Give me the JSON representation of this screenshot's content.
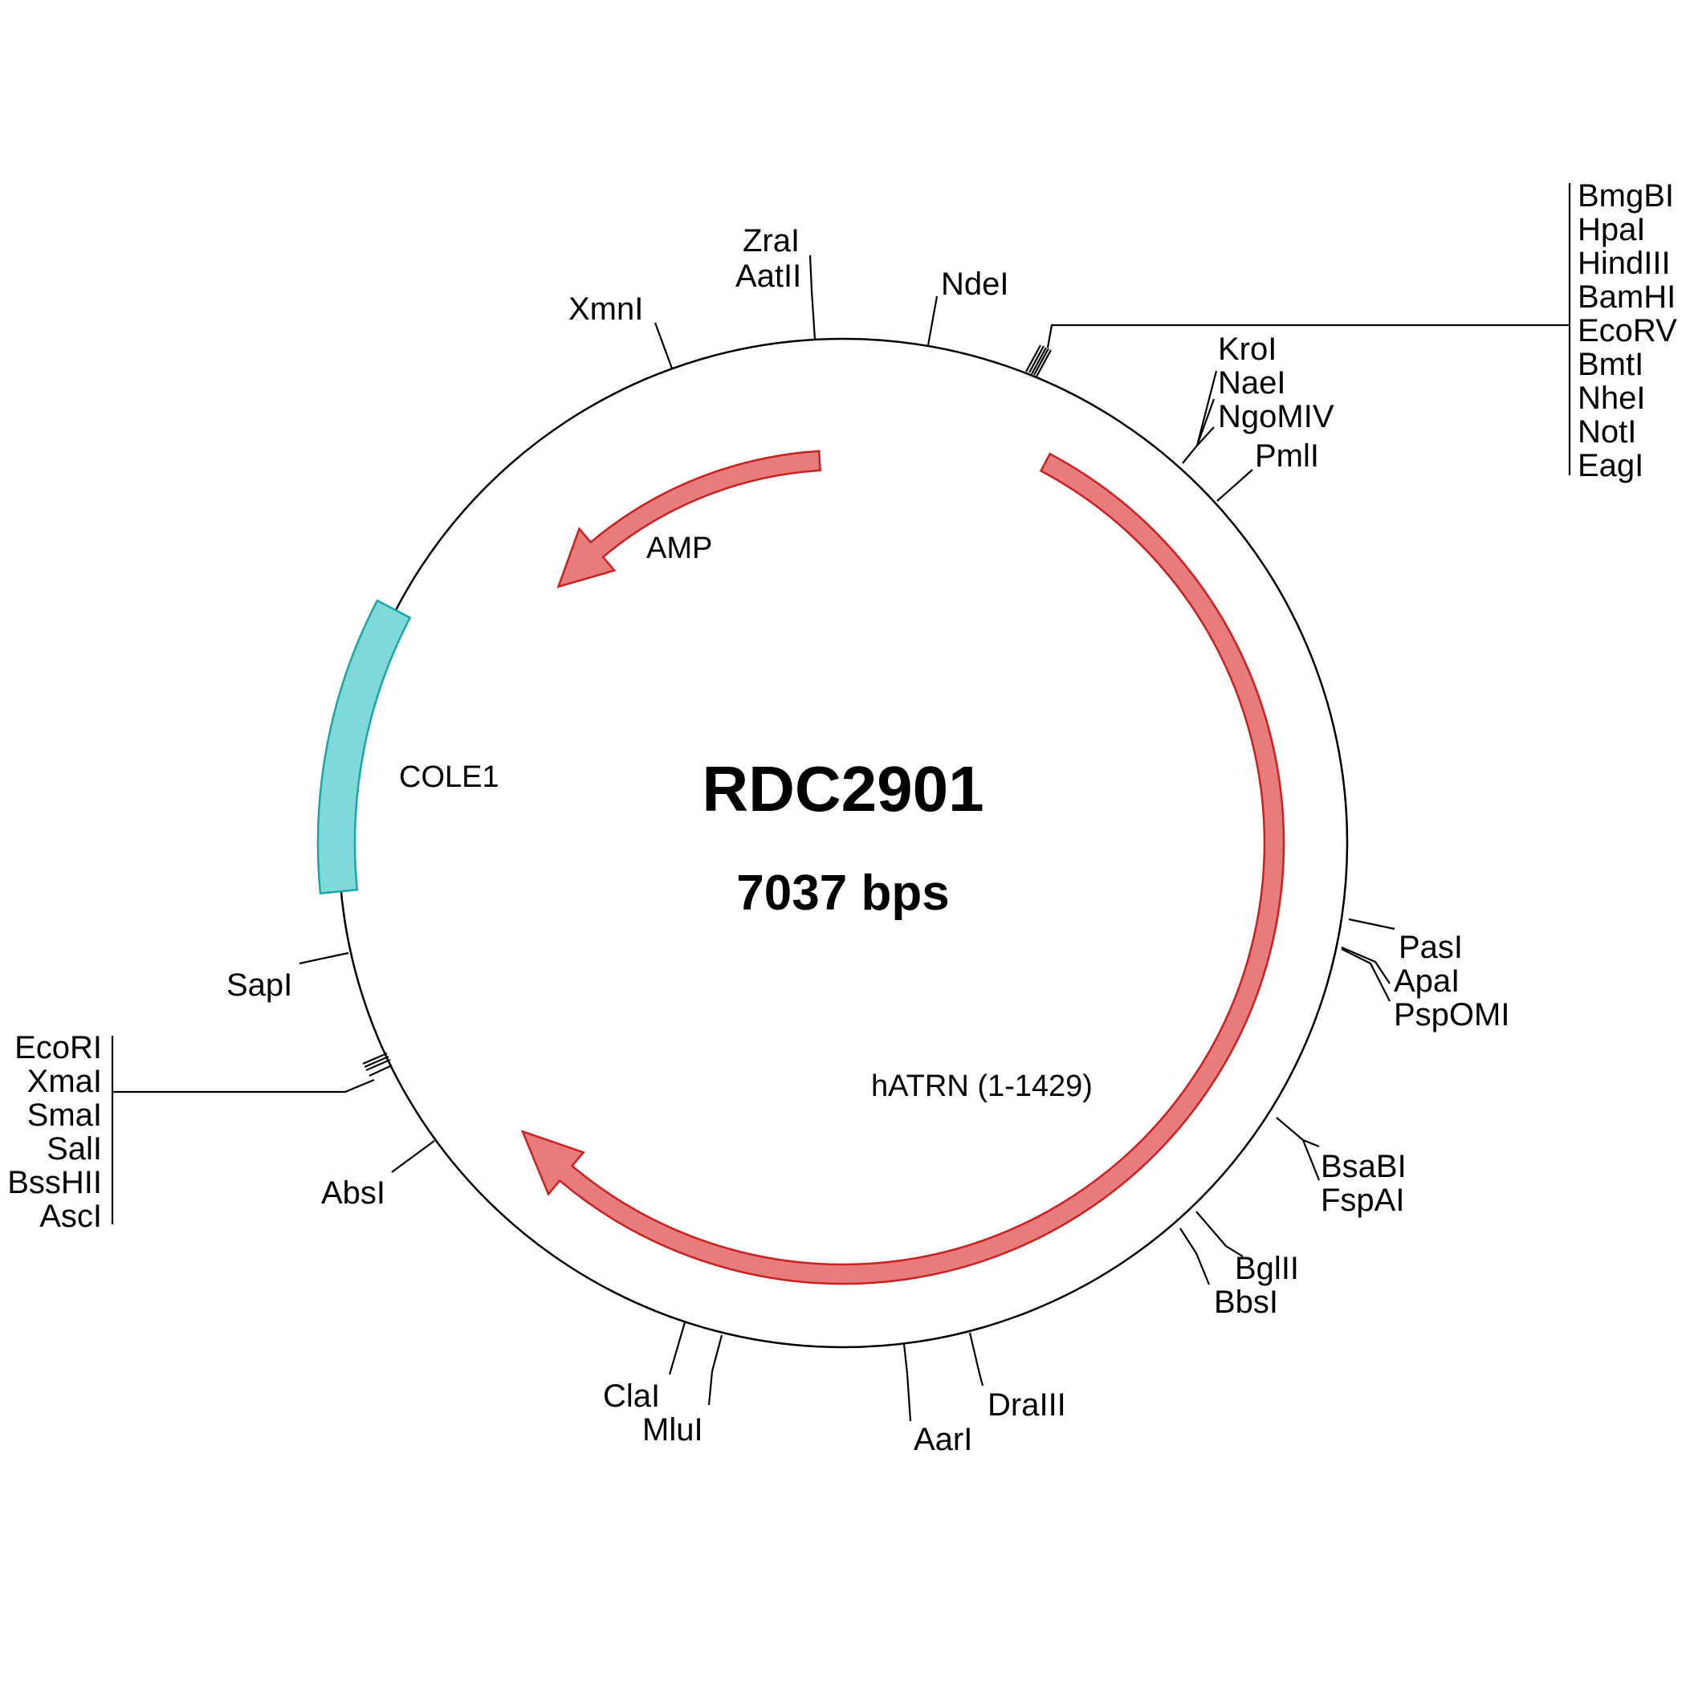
{
  "plasmid": {
    "name": "RDC2901",
    "size_label": "7037 bps"
  },
  "features": [
    {
      "id": "amp",
      "label": "AMP",
      "color": "#e87b7b",
      "stroke": "#cc1f1f"
    },
    {
      "id": "hatrn",
      "label": "hATRN (1-1429)",
      "color": "#e87b7b",
      "stroke": "#cc1f1f"
    },
    {
      "id": "cole1",
      "label": "COLE1",
      "color": "#80d9d9",
      "stroke": "#1aa6a6"
    }
  ],
  "sites": {
    "xmni": "XmnI",
    "zrai": "ZraI",
    "aatii": "AatII",
    "ndei": "NdeI",
    "mcs_top": [
      "BmgBI",
      "HpaI",
      "HindIII",
      "BamHI",
      "EcoRV",
      "BmtI",
      "NheI",
      "NotI",
      "EagI"
    ],
    "kroi_group": [
      "KroI",
      "NaeI",
      "NgoMIV"
    ],
    "pmli": "PmlI",
    "pasi": "PasI",
    "apai": "ApaI",
    "pspomi": "PspOMI",
    "bsabi": "BsaBI",
    "fspai": "FspAI",
    "bglii": "BglII",
    "bbsi": "BbsI",
    "draiii": "DraIII",
    "aari": "AarI",
    "clai": "ClaI",
    "mlui": "MluI",
    "absi": "AbsI",
    "sapi": "SapI",
    "mcs_left": [
      "EcoRI",
      "XmaI",
      "SmaI",
      "SalI",
      "BssHII",
      "AscI"
    ]
  }
}
